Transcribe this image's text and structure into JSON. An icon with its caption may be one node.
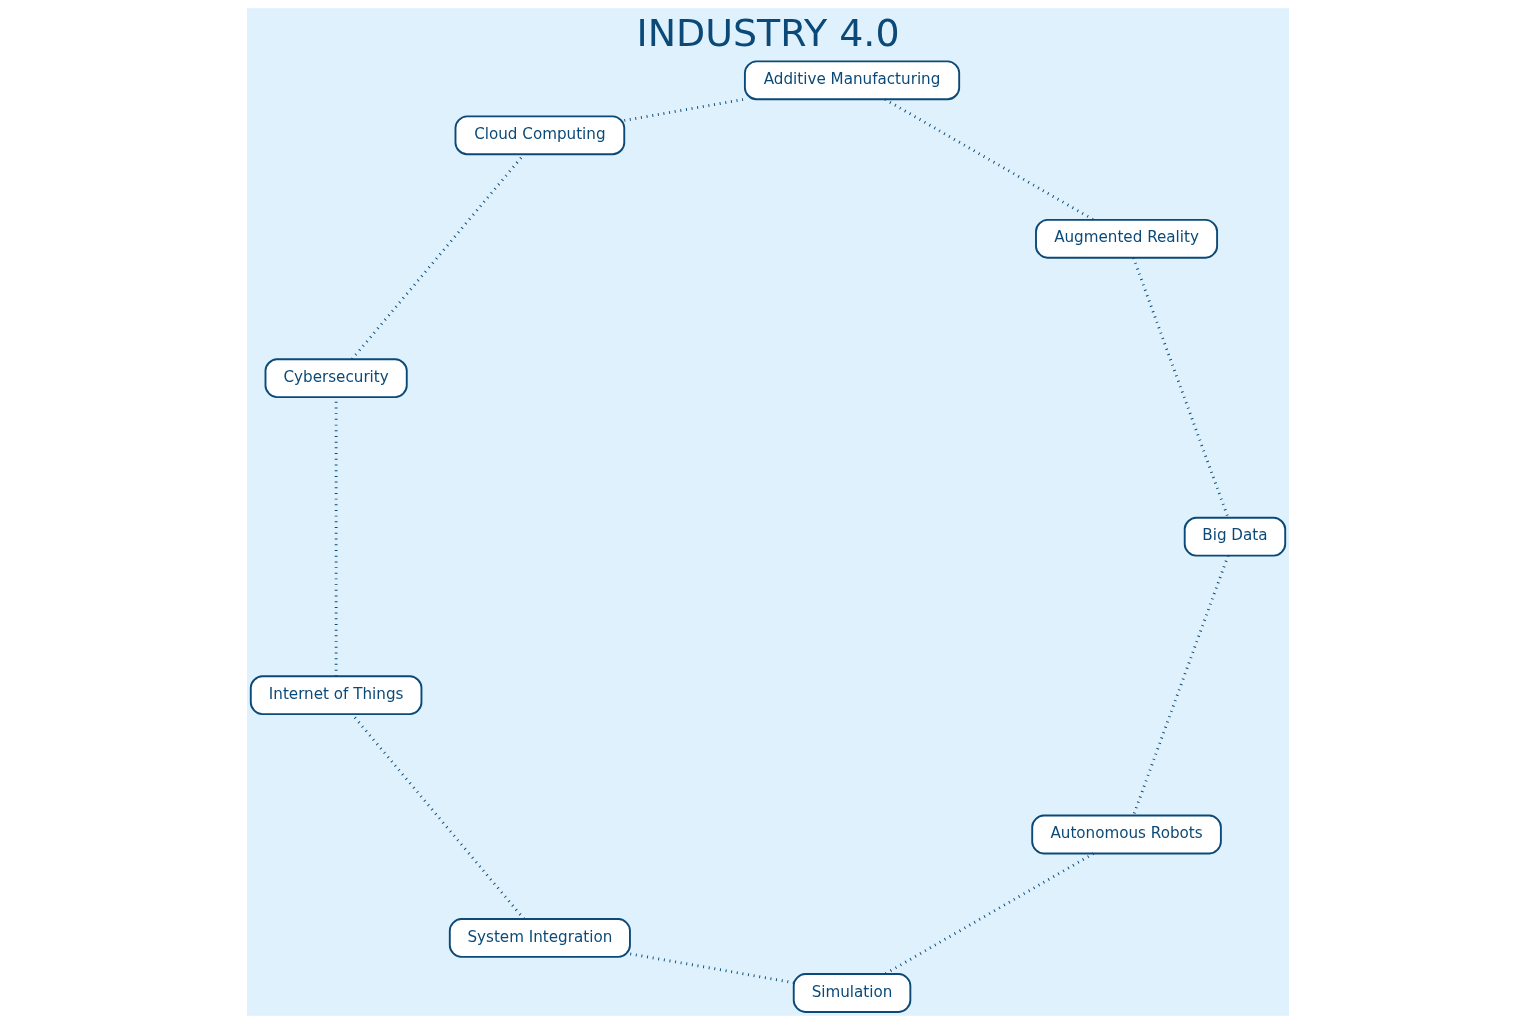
{
  "diagram": {
    "title": "INDUSTRY 4.0",
    "nodes": [
      {
        "text": [
          "Autonomous Robots"
        ]
      },
      {
        "text": [
          "Simulation"
        ]
      },
      {
        "text": [
          "System Integration"
        ]
      },
      {
        "text": [
          "Internet of Things"
        ]
      },
      {
        "text": [
          "Cybersecurity"
        ]
      },
      {
        "text": [
          "Cloud Computing"
        ]
      },
      {
        "text": [
          "Additive Manufacturing"
        ]
      },
      {
        "text": [
          "Augmented Reality"
        ]
      },
      {
        "text": [
          "Big Data"
        ]
      }
    ],
    "edges": [
      {
        "from": 0,
        "to": 1,
        "arrow": "none"
      },
      {
        "from": 1,
        "to": 2,
        "arrow": "none"
      },
      {
        "from": 2,
        "to": 3,
        "arrow": "none"
      },
      {
        "from": 3,
        "to": 4,
        "arrow": "none"
      },
      {
        "from": 4,
        "to": 5,
        "arrow": "none"
      },
      {
        "from": 5,
        "to": 6,
        "arrow": "none"
      },
      {
        "from": 6,
        "to": 7,
        "arrow": "none"
      },
      {
        "from": 7,
        "to": 8,
        "arrow": "none"
      },
      {
        "from": 8,
        "to": 0,
        "arrow": "none"
      }
    ]
  }
}
